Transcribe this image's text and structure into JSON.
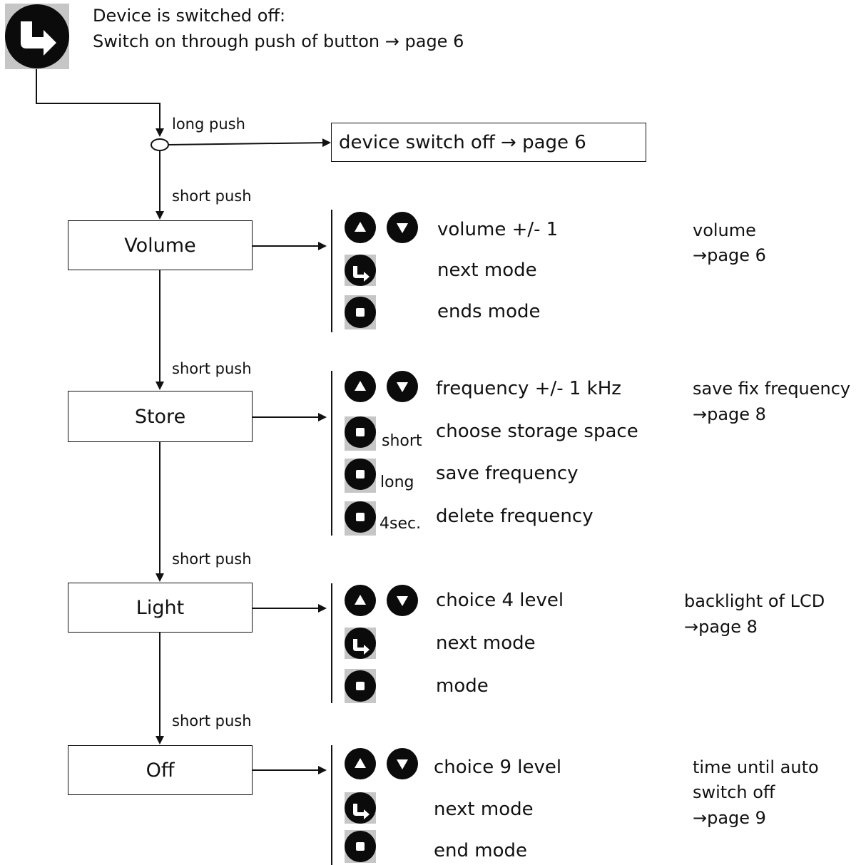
{
  "header": {
    "line1": "Device is switched off:",
    "line2": "Switch on through push of button → page 6"
  },
  "edges": {
    "long_push": "long push",
    "short_push": "short push"
  },
  "switch_off_box": "device switch off → page 6",
  "modes": [
    {
      "name": "Volume",
      "actions": [
        "volume +/- 1",
        "next mode",
        "ends mode"
      ],
      "note": [
        "volume",
        "→page 6"
      ]
    },
    {
      "name": "Store",
      "actions": [
        "frequency +/- 1 kHz",
        "choose storage space",
        "save frequency",
        "delete frequency"
      ],
      "modifiers": [
        "short",
        "long",
        "4sec."
      ],
      "note": [
        "save fix frequency",
        "→page 8"
      ]
    },
    {
      "name": "Light",
      "actions": [
        "choice 4 level",
        "next mode",
        "mode"
      ],
      "note": [
        "backlight of LCD",
        "→page 8"
      ]
    },
    {
      "name": "Off",
      "actions": [
        "choice 9 level",
        "next mode",
        "end mode"
      ],
      "note": [
        "time until auto",
        "switch off",
        "→page 9"
      ]
    }
  ],
  "icons": {
    "power": "forward-arrow-button-icon",
    "up": "up-triangle-button-icon",
    "down": "down-triangle-button-icon",
    "enter": "forward-arrow-button-icon",
    "stop": "square-button-icon"
  }
}
